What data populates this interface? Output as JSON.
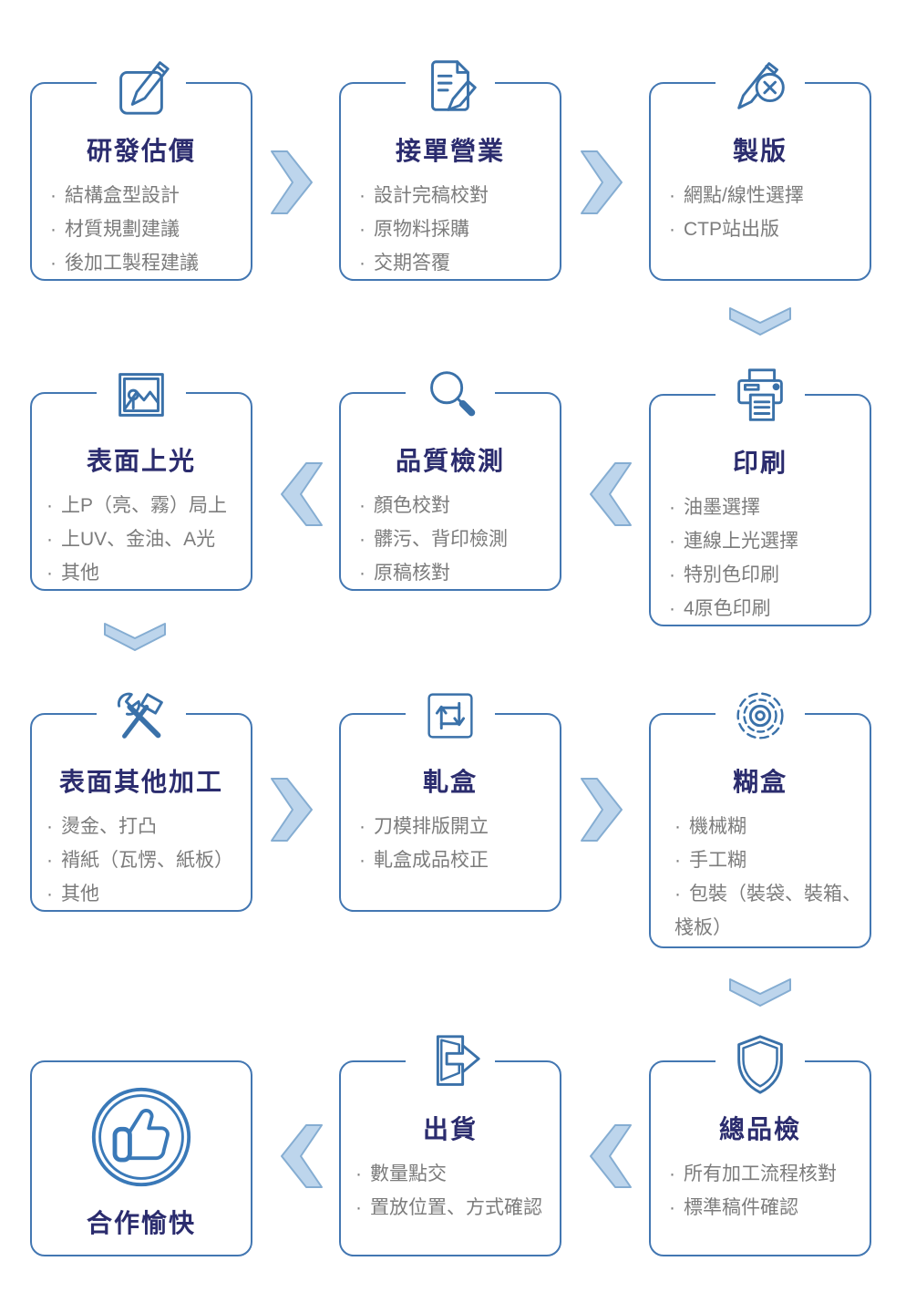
{
  "flow": {
    "colors": {
      "card_border": "#4377b2",
      "icon_stroke": "#3a71a9",
      "title_color": "#2b2c6e",
      "item_color": "#7c7c7c",
      "arrow_fill": "#bdd5ec",
      "arrow_stroke": "#85add2"
    },
    "bullet_glyph": "·",
    "cards": [
      {
        "title": "研發估價",
        "icon": "pencil-square-icon",
        "items": [
          "結構盒型設計",
          "材質規劃建議",
          "後加工製程建議"
        ]
      },
      {
        "title": "接單營業",
        "icon": "document-pencil-icon",
        "items": [
          "設計完稿校對",
          "原物料採購",
          "交期答覆"
        ]
      },
      {
        "title": "製版",
        "icon": "pencil-x-icon",
        "items": [
          "網點/線性選擇",
          "CTP站出版"
        ]
      },
      {
        "title": "表面上光",
        "icon": "image-icon",
        "items": [
          "上P（亮、霧）局上",
          "上UV、金油、A光",
          "其他"
        ]
      },
      {
        "title": "品質檢測",
        "icon": "magnifier-icon",
        "items": [
          "顏色校對",
          "髒污、背印檢測",
          "原稿核對"
        ]
      },
      {
        "title": "印刷",
        "icon": "printer-icon",
        "items": [
          "油墨選擇",
          "連線上光選擇",
          "特別色印刷",
          "4原色印刷"
        ]
      },
      {
        "title": "表面其他加工",
        "icon": "tools-icon",
        "items": [
          "燙金、打凸",
          "褙紙（瓦愣、紙板）",
          "其他"
        ]
      },
      {
        "title": "軋盒",
        "icon": "loop-arrows-icon",
        "items": [
          "刀模排版開立",
          "軋盒成品校正"
        ]
      },
      {
        "title": "糊盒",
        "icon": "concentric-circles-icon",
        "items": [
          "機械糊",
          "手工糊",
          "包裝（裝袋、裝箱、棧板）"
        ]
      },
      {
        "title": "合作愉快",
        "icon": "thumbs-up-icon",
        "items": []
      },
      {
        "title": "出貨",
        "icon": "exit-arrow-icon",
        "items": [
          "數量點交",
          "置放位置、方式確認"
        ]
      },
      {
        "title": "總品檢",
        "icon": "shield-icon",
        "items": [
          "所有加工流程核對",
          "標準稿件確認"
        ]
      }
    ]
  }
}
